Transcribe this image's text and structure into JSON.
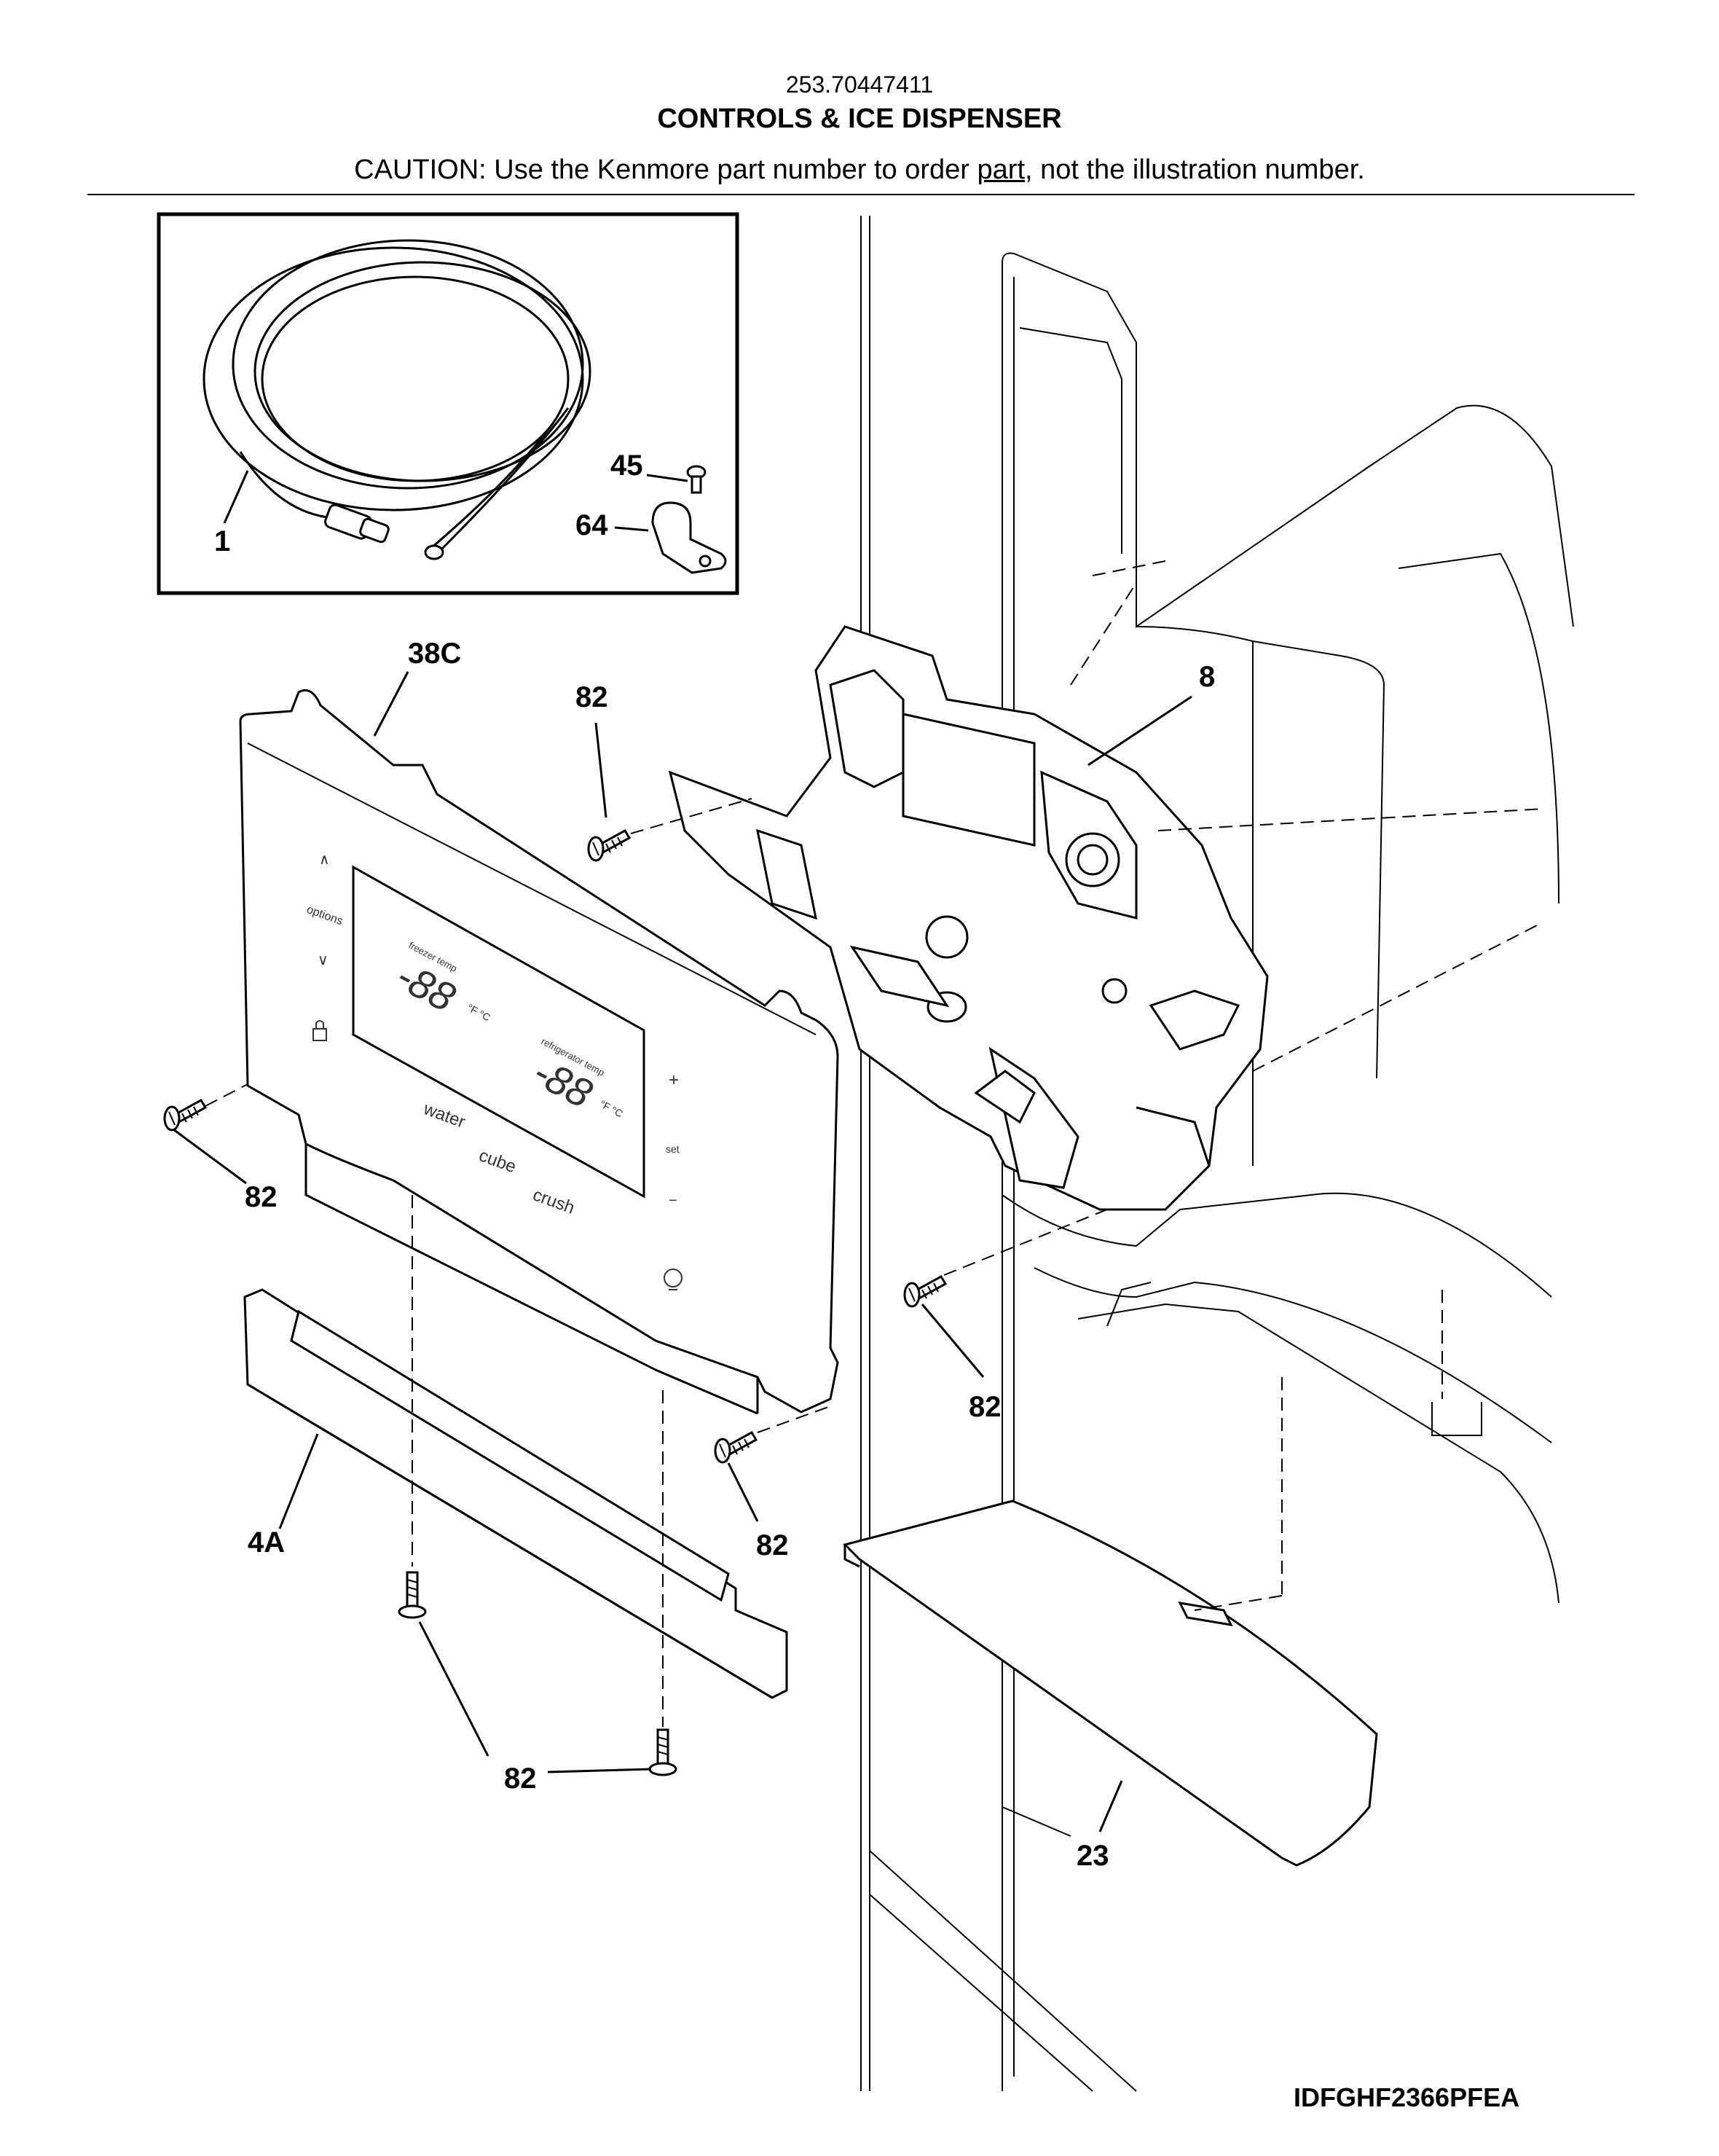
{
  "header": {
    "model_number": "253.70447411",
    "title": "CONTROLS & ICE DISPENSER",
    "caution_before": "CAUTION: Use the Kenmore part number to order ",
    "caution_link": "part",
    "caution_after": ", not the illustration number."
  },
  "callouts": {
    "tubing": "1",
    "screw_inset": "45",
    "clamp": "64",
    "control_panel": "38C",
    "dispenser_housing": "8",
    "screw_top": "82",
    "screw_left": "82",
    "screw_right": "82",
    "screw_bottom_center": "82",
    "screw_bottom": "82",
    "trim": "4A",
    "drip_tray": "23"
  },
  "control_panel_text": {
    "up_arrow": "∧",
    "options": "options",
    "down_arrow": "∨",
    "freezer_temp_label": "freezer temp",
    "freezer_digits": "-88",
    "freezer_units": "°F °C",
    "refrigerator_temp_label": "refrigerator temp",
    "refrigerator_digits": "-88",
    "refrigerator_units": "°F °C",
    "water": "water",
    "cube": "cube",
    "crush": "crush",
    "plus": "+",
    "set": "set",
    "minus": "−"
  },
  "drawing_code": "IDFGHF2366PFEA"
}
